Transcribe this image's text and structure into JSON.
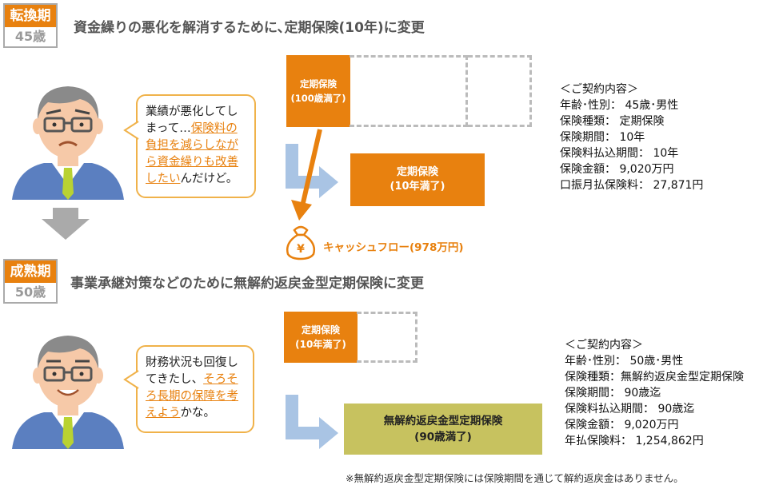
{
  "stage1": {
    "name": "転換期",
    "age": "45歳",
    "heading": "資金繰りの悪化を解消するために､定期保険(10年)に変更",
    "bubble_before": "業績が悪化してしまって…",
    "bubble_highlight": "保険料の負担を減らしながら資金繰りも改善したい",
    "bubble_after": "んだけど。",
    "old_policy_line1": "定期保険",
    "old_policy_line2": "(100歳満了)",
    "new_policy_line1": "定期保険",
    "new_policy_line2": "(10年満了)",
    "cashflow": "キャッシュフロー(978万円)",
    "contract": [
      "＜ご契約内容＞",
      "年齢･性別： 45歳･男性",
      "保険種類： 定期保険",
      "保険期間： 10年",
      "保険料払込期間： 10年",
      "保険金額： 9,020万円",
      "口振月払保険料： 27,871円"
    ]
  },
  "stage2": {
    "name": "成熟期",
    "age": "50歳",
    "heading": "事業承継対策などのために無解約返戻金型定期保険に変更",
    "bubble_before": "財務状況も回復してきたし、",
    "bubble_highlight": "そろそろ長期の保障を考えよう",
    "bubble_after": "かな。",
    "old_policy_line1": "定期保険",
    "old_policy_line2": "(10年満了)",
    "new_policy_line1": "無解約返戻金型定期保険",
    "new_policy_line2": "(90歳満了)",
    "contract": [
      "＜ご契約内容＞",
      "年齢･性別： 50歳･男性",
      "保険種類：無解約返戻金型定期保険",
      "保険期間： 90歳迄",
      "保険料払込期間： 90歳迄",
      "保険金額： 9,020万円",
      "年払保険料： 1,254,862円"
    ]
  },
  "footnote": "※無解約返戻金型定期保険には保険期間を通じて解約返戻金はありません。",
  "colors": {
    "orange": "#e8810f",
    "olive": "#c7c25f",
    "arrow_blue": "#a9c4e4",
    "gray": "#aaaaaa"
  }
}
